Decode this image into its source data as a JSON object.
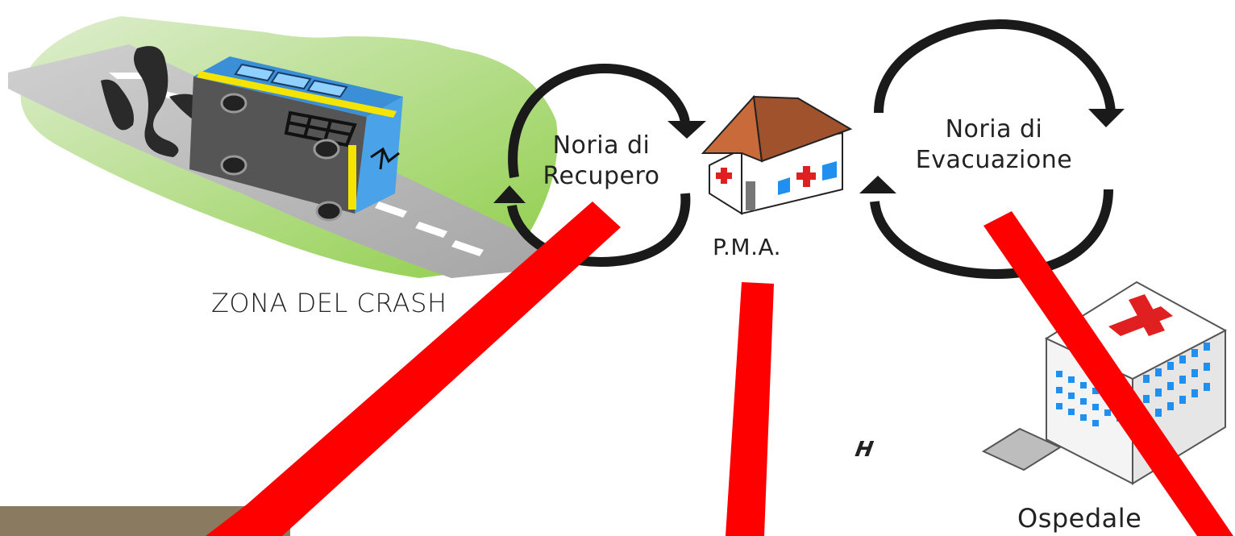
{
  "diagram": {
    "crash_zone_label": "ZONA DEL CRASH",
    "recovery_loop": {
      "line1": "Noria di",
      "line2": "Recupero"
    },
    "pma_label": "P.M.A.",
    "evacuation_loop": {
      "line1": "Noria di",
      "line2": "Evacuazione"
    },
    "hospital_label": "Ospedale",
    "colors": {
      "loop_arrow": "#1a1a1a",
      "red_arrow": "#ff0000",
      "bus_blue": "#3a8fd6",
      "bus_stripe": "#f5e400",
      "road": "#b8b8b8",
      "grass": "#8fce4a",
      "roof": "#a0522d",
      "cross": "#e02020",
      "window_blue": "#1f8ff0"
    }
  }
}
